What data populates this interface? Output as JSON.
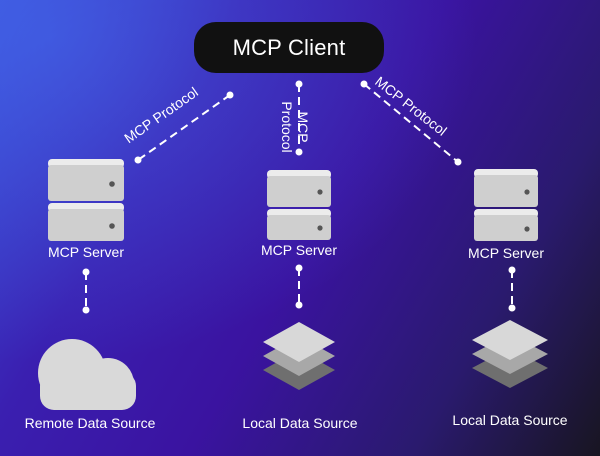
{
  "client": {
    "label": "MCP Client"
  },
  "protocol": {
    "left": "MCP Protocol",
    "middle_line1": "MCP",
    "middle_line2": "Protocol",
    "right": "MCP Protocol"
  },
  "servers": [
    {
      "label": "MCP Server"
    },
    {
      "label": "MCP Server"
    },
    {
      "label": "MCP Server"
    }
  ],
  "sources": [
    {
      "label": "Remote Data Source",
      "icon": "cloud-icon"
    },
    {
      "label": "Local Data Source",
      "icon": "stack-layers-icon"
    },
    {
      "label": "Local Data Source",
      "icon": "stack-layers-icon"
    }
  ],
  "colors": {
    "client_bg": "#111111",
    "server_top": "#e4e4e4",
    "server_body": "#c9c9c9",
    "connector": "#ffffff",
    "layer_light": "#d9d9d9",
    "layer_mid": "#a9a9a9",
    "layer_dark": "#6e6e6e"
  }
}
